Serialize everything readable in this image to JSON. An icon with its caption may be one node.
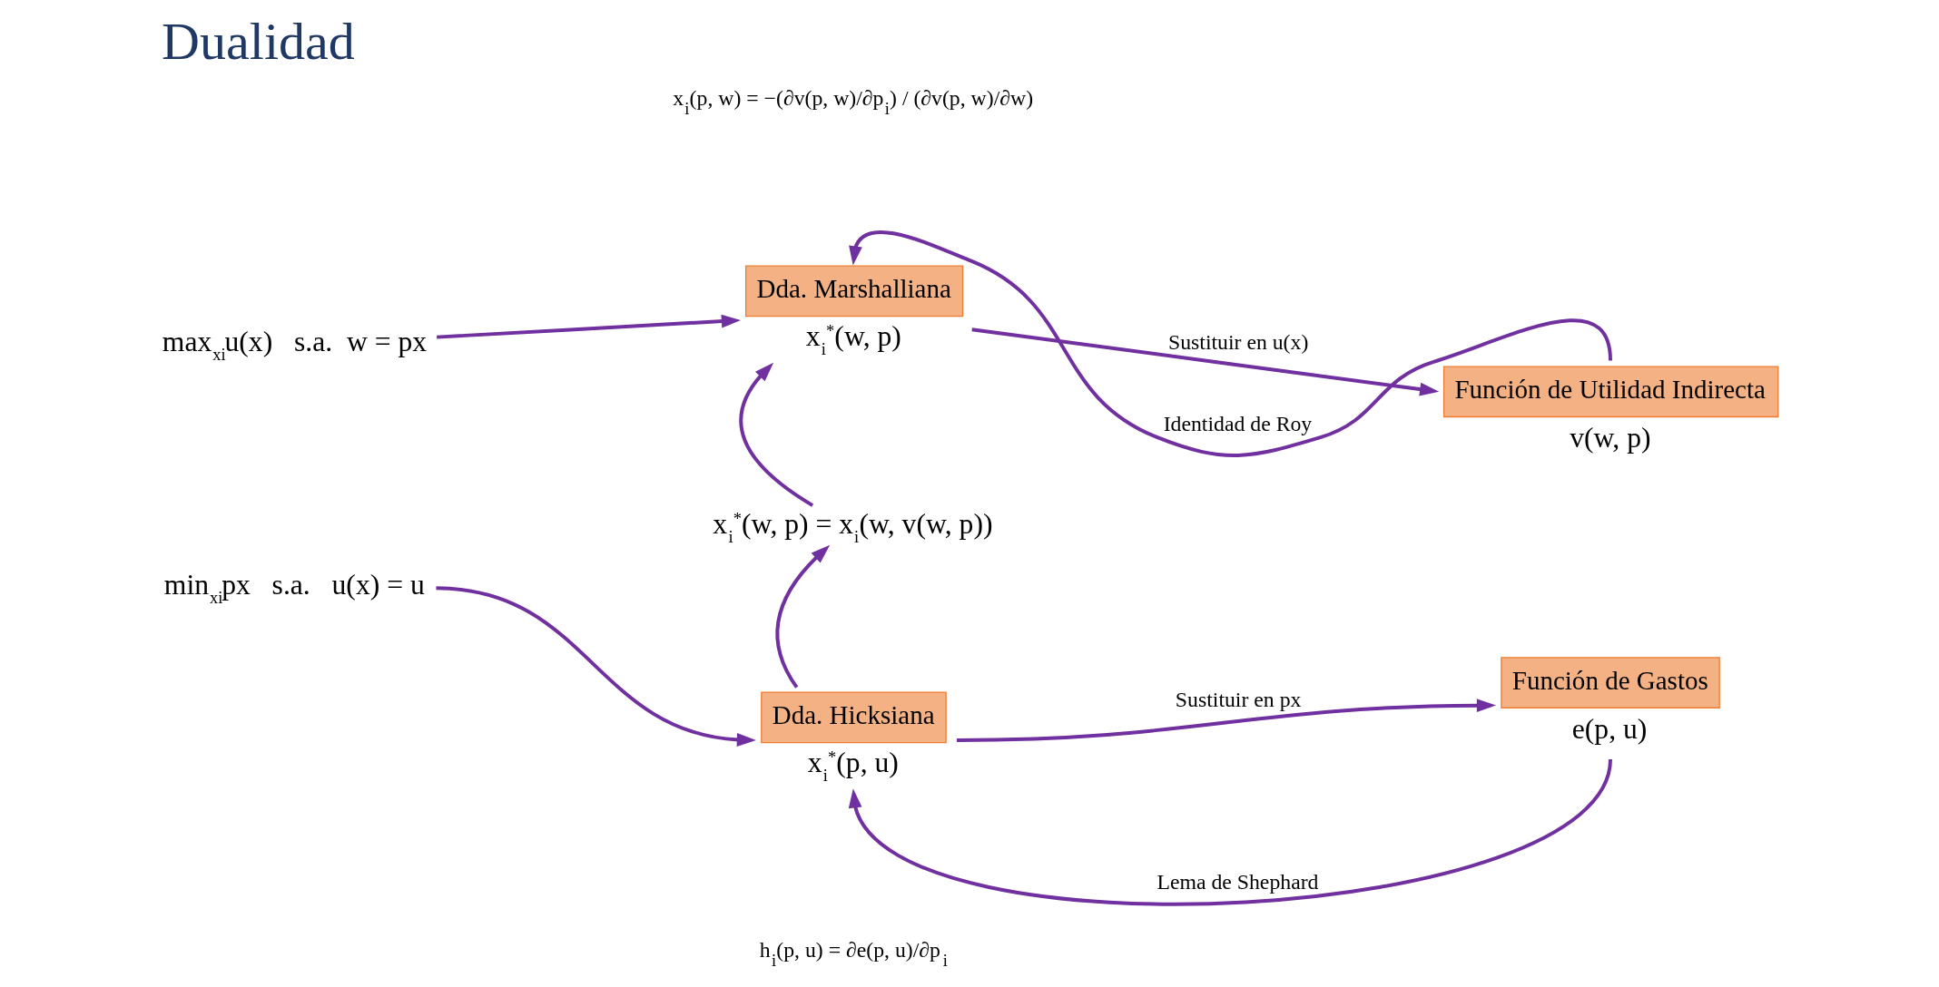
{
  "diagram": {
    "title": "Dualidad",
    "nodes": [
      {
        "text": [
          "max$_{xi}$u(x)   s.a.  w = px"
        ]
      },
      {
        "text": [
          "Dda. Marshalliana",
          "x$_{i}$$^{*}$(w, p)"
        ]
      },
      {
        "text": [
          "Función de Utilidad Indirecta",
          "v(w, p)"
        ]
      },
      {
        "text": [
          "x$_{i}$$^{*}$(w, p) = x$_{i}$(w, v(w, p))"
        ]
      },
      {
        "text": [
          "min$_{xi}$px   s.a.   u(x) = u"
        ]
      },
      {
        "text": [
          "Dda. Hicksiana",
          "x$_{i}$$^{*}$(p, u)"
        ]
      },
      {
        "text": [
          "Función de Gastos",
          "e(p, u)"
        ]
      }
    ],
    "edges": [
      {
        "from": 2,
        "to": 1,
        "arrow": "to",
        "label": "Identidad de Roy"
      },
      {
        "from": 0,
        "to": 1,
        "arrow": "to"
      },
      {
        "from": 1,
        "to": 2,
        "arrow": "to",
        "label": "Sustituir en u(x)"
      },
      {
        "from": 3,
        "to": 1,
        "arrow": "to"
      },
      {
        "from": 5,
        "to": 3,
        "arrow": "to"
      },
      {
        "from": 4,
        "to": 5,
        "arrow": "to"
      },
      {
        "from": 5,
        "to": 6,
        "arrow": "to",
        "label": "Sustituir en px"
      },
      {
        "from": 6,
        "to": 5,
        "arrow": "to",
        "label": "Lema de Shephard"
      }
    ],
    "labels": [
      "x$_{i}$(p, w) = −(∂v(p, w)/∂p$_{i}$) / (∂v(p, w)/∂w)",
      "h$_{i}$(p, u) = ∂e(p, u)/∂p$_{i}$"
    ]
  }
}
